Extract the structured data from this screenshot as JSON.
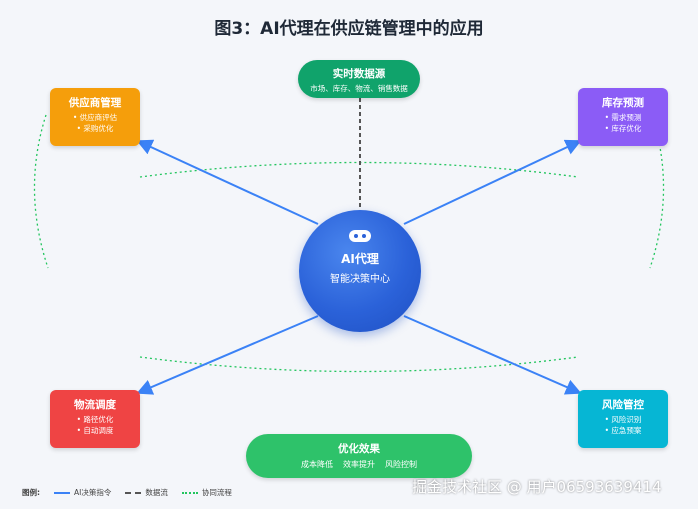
{
  "title": "图3：AI代理在供应链管理中的应用",
  "center": {
    "title": "AI代理",
    "subtitle": "智能决策中心",
    "icon": "robot-icon"
  },
  "nodes": {
    "supplier": {
      "title": "供应商管理",
      "items": [
        "• 供应商评估",
        "• 采购优化"
      ],
      "color": "#f59e0b"
    },
    "inventory": {
      "title": "库存预测",
      "items": [
        "• 需求预测",
        "• 库存优化"
      ],
      "color": "#8b5cf6"
    },
    "logistics": {
      "title": "物流调度",
      "items": [
        "• 路径优化",
        "• 自动调度"
      ],
      "color": "#ef4444"
    },
    "risk": {
      "title": "风险管控",
      "items": [
        "• 风险识别",
        "• 应急预案"
      ],
      "color": "#06b6d4"
    }
  },
  "data_source": {
    "title": "实时数据源",
    "subtitle": "市场、库存、物流、销售数据",
    "color": "#10a36b"
  },
  "optimization": {
    "title": "优化效果",
    "items": [
      "成本降低",
      "效率提升",
      "风险控制"
    ],
    "color": "#2ec26a"
  },
  "legend": {
    "label": "图例:",
    "items": [
      {
        "label": "AI决策指令",
        "color": "#3b82f6",
        "style": "solid"
      },
      {
        "label": "数据流",
        "color": "#555555",
        "style": "dashed"
      },
      {
        "label": "协同流程",
        "color": "#22c55e",
        "style": "dotted"
      }
    ]
  },
  "watermark": "掘金技术社区 @ 用户06593639414"
}
